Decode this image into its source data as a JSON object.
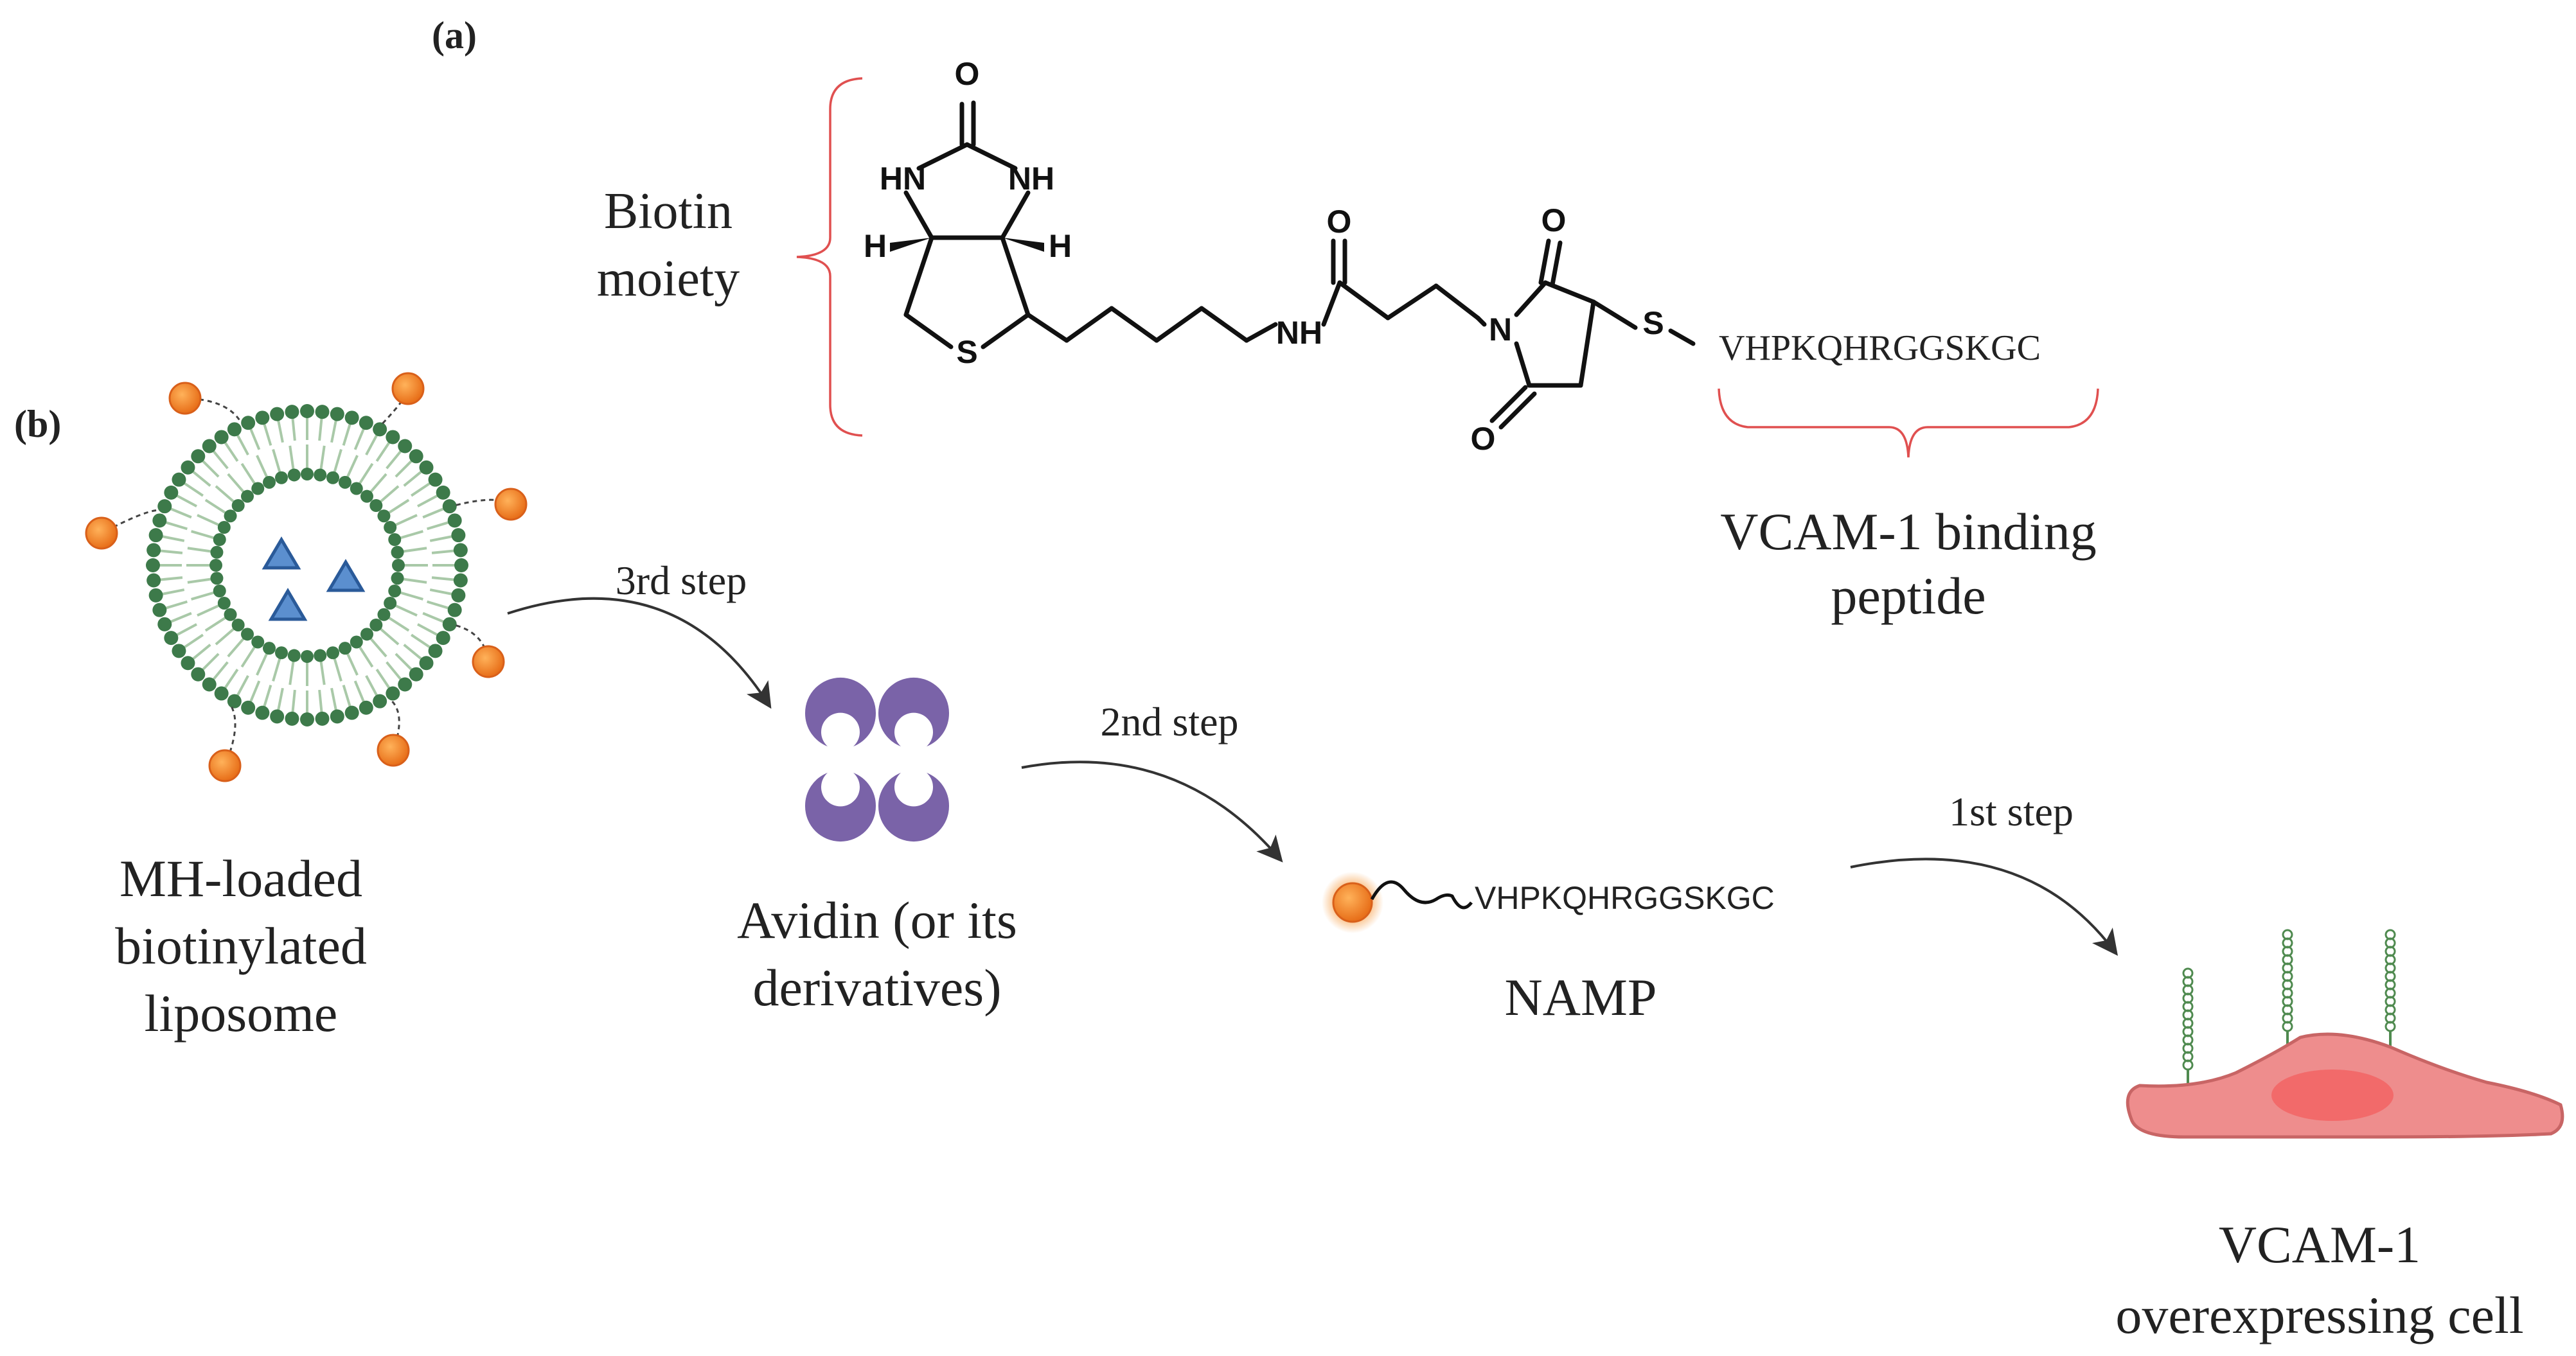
{
  "panel_a": {
    "label": "(a)",
    "biotin_label_line1": "Biotin",
    "biotin_label_line2": "moiety",
    "peptide_sequence": "VHPKQHRGGSKGC",
    "vcam_label_line1": "VCAM-1 binding",
    "vcam_label_line2": "peptide",
    "atoms": {
      "carbonyl_o_top": "O",
      "hn_left": "HN",
      "nh_right": "NH",
      "h_left": "H",
      "h_right": "H",
      "s_ring": "S",
      "nh_amide": "NH",
      "o_amide": "O",
      "n_imide": "N",
      "o_imide_top": "O",
      "o_imide_bottom": "O",
      "s_thioether": "S"
    }
  },
  "panel_b": {
    "label": "(b)",
    "liposome_line1": "MH-loaded",
    "liposome_line2": "biotinylated",
    "liposome_line3": "liposome",
    "step3": "3rd step",
    "avidin_line1": "Avidin (or its",
    "avidin_line2": "derivatives)",
    "step2": "2nd step",
    "namp_sequence": "VHPKQHRGGSKGC",
    "namp_label": "NAMP",
    "step1": "1st step",
    "cell_line1": "VCAM-1",
    "cell_line2": "overexpressing cell"
  },
  "colors": {
    "bracket": "#e05050",
    "lipid_head": "#3d7a4a",
    "lipid_tail": "#a9c9a8",
    "biotin_ball": "#f58a1f",
    "drug_triangle": "#5b8fcf",
    "avidin": "#7a63a8",
    "cell_body": "#ee8d8d",
    "cell_nucleus": "#f26a6a",
    "receptor": "#4f8a4f"
  }
}
